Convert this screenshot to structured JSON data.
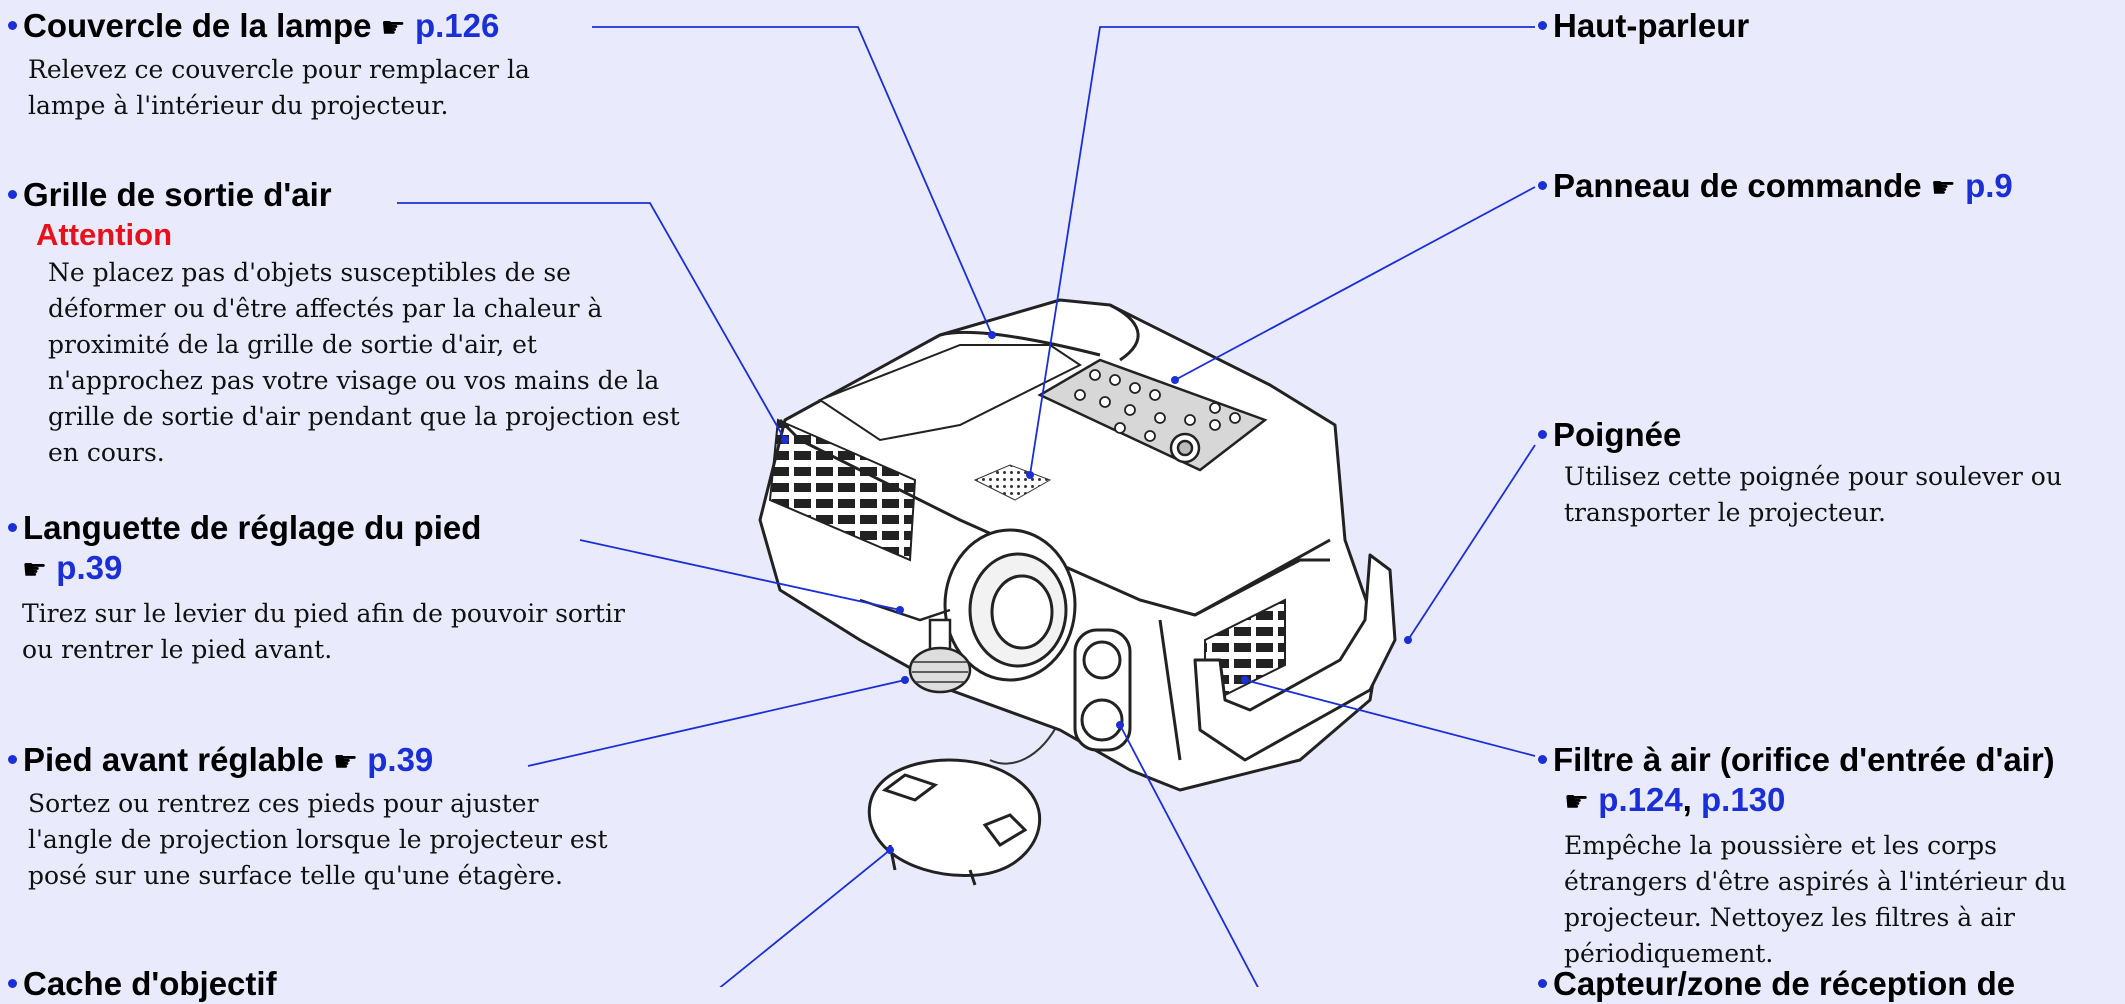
{
  "hand_icon": "pointing-hand-icon",
  "colors": {
    "background": "#e9ebfc",
    "link": "#1a2fd6",
    "attention": "#e8101a",
    "leader": "#1a2fd6"
  },
  "callouts": {
    "lamp_cover": {
      "title": "Couvercle de la lampe",
      "hand": "☛",
      "ref": "p.126",
      "body": "Relevez ce couvercle pour remplacer la lampe à l'intérieur du projecteur."
    },
    "air_exhaust": {
      "title": "Grille de sortie d'air",
      "attention": "Attention",
      "body": "Ne placez pas d'objets susceptibles de se déformer ou d'être affectés par la chaleur à proximité de la grille de sortie d'air, et n'approchez pas votre visage ou vos mains de la grille de sortie d'air pendant que la projection est en cours."
    },
    "foot_lever": {
      "title": "Languette de réglage du pied",
      "hand": "☛",
      "ref": "p.39",
      "body": "Tirez sur le levier du pied afin de pouvoir sortir ou rentrer le pied avant."
    },
    "front_foot": {
      "title": "Pied avant réglable",
      "hand": "☛",
      "ref": "p.39",
      "body": "Sortez ou rentrez ces pieds pour ajuster l'angle de projection lorsque le projecteur est posé sur une surface telle qu'une étagère."
    },
    "lens_cap": {
      "title": "Cache d'objectif"
    },
    "speaker": {
      "title": "Haut-parleur"
    },
    "control_panel": {
      "title": "Panneau de commande",
      "hand": "☛",
      "ref": "p.9"
    },
    "handle": {
      "title": "Poignée",
      "body": "Utilisez cette poignée pour soulever ou transporter le projecteur."
    },
    "air_filter": {
      "title": "Filtre à air (orifice d'entrée d'air)",
      "hand": "☛",
      "ref1": "p.124",
      "sep": ",",
      "ref2": "p.130",
      "body": "Empêche la poussière et les corps étrangers d'être aspirés à l'intérieur du projecteur. Nettoyez les filtres à air périodiquement."
    },
    "remote_sensor": {
      "title": "Capteur/zone de réception de"
    }
  }
}
